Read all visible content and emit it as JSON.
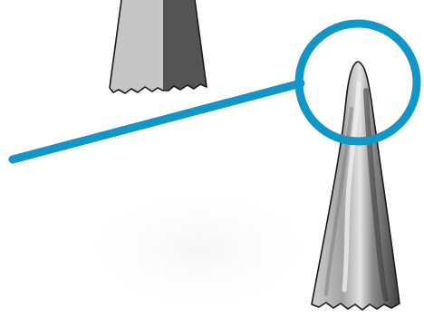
{
  "diagram": {
    "kind": "illustration",
    "subjects": [
      "blunt-tip-fragment",
      "sharp-pointed-tip"
    ],
    "colors": {
      "highlight_ring": "#1196c8",
      "pointer_line": "#1196c8",
      "fragment_light": "#c6c6c6",
      "fragment_dark": "#545454",
      "tip_light": "#d8d8d8",
      "tip_mid": "#9a9a9a",
      "tip_dark": "#3e3e3e",
      "outline": "#1a1a1a"
    }
  }
}
